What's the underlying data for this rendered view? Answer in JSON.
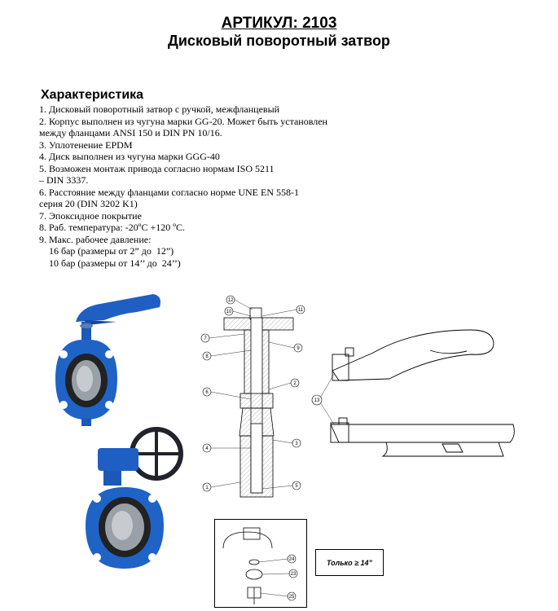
{
  "header": {
    "article": "АРТИКУЛ:  2103",
    "subtitle": "Дисковый поворотный затвор"
  },
  "features": {
    "heading": "Характеристика",
    "lines": [
      "1. Дисковый поворотный затвор с ручкой, межфланцевый",
      "2. Корпус выполнен из чугуна марки GG-20. Может быть установлен",
      "между фланцами ANSI 150 и DIN PN 10/16.",
      "3. Уплотенение EPDM",
      "4. Диск выполнен из чугуна марки GGG-40",
      "5. Возможен монтаж привода согласно нормам ISO 5211",
      "– DIN 3337.",
      "6. Расстояние между фланцами согласно норме UNE EN 558-1",
      "серия 20 (DIN 3202 K1)",
      "7. Эпоксидное покрытие",
      "8. Раб. температура: -20ºC  +120 ºC.",
      "9. Макс. рабочее давление:",
      "    16 бар (размеры от 2” до  12”)",
      "    10 бар (размеры от 14’’ до  24’’)"
    ]
  },
  "drawing": {
    "callouts": [
      "1",
      "2",
      "3",
      "4",
      "5",
      "6",
      "7",
      "8",
      "9",
      "10",
      "11",
      "12"
    ],
    "handle_callout": "13",
    "detail_callouts": [
      "24",
      "23",
      "25"
    ],
    "note": "Только  ≥ 14”"
  },
  "colors": {
    "valve_blue": "#1f63c7",
    "handle_dark": "#20242a",
    "seal": "#2a2a2a"
  }
}
